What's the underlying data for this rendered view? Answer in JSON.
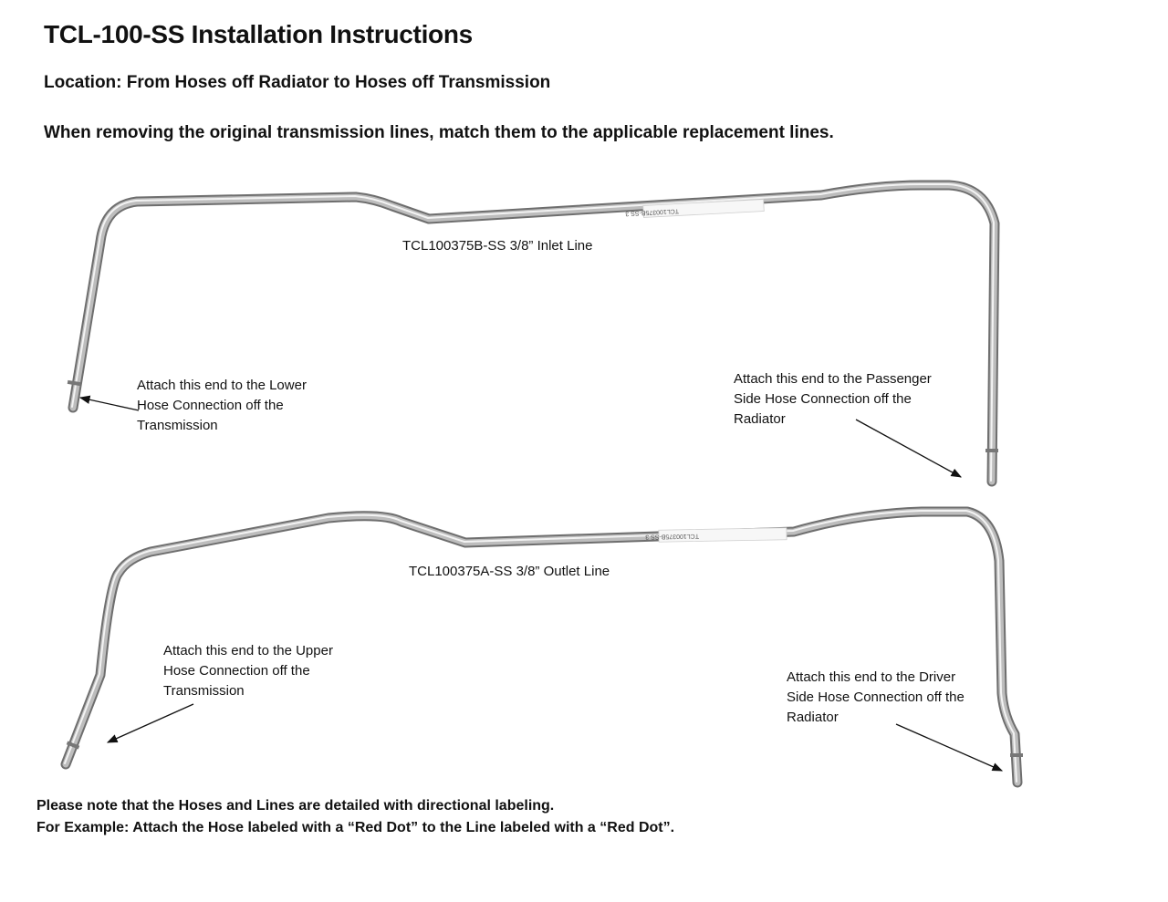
{
  "title": "TCL-100-SS Installation Instructions",
  "location": "Location: From Hoses off Radiator to Hoses off Transmission",
  "instruction": "When removing the original transmission lines, match them to the applicable replacement lines.",
  "inlet": {
    "label": "TCL100375B-SS 3/8” Inlet Line",
    "tag_text": "TCL100375B-SS 3",
    "left_note": [
      "Attach this end to the Lower",
      "Hose Connection off the",
      "Transmission"
    ],
    "right_note": [
      "Attach this end to the Passenger",
      "Side Hose Connection off the",
      "Radiator"
    ]
  },
  "outlet": {
    "label": "TCL100375A-SS 3/8” Outlet Line",
    "tag_text": "TCL100375B-SS 3",
    "left_note": [
      "Attach this end to the Upper",
      "Hose Connection off the",
      "Transmission"
    ],
    "right_note": [
      "Attach this end to the Driver",
      "Side Hose Connection off the",
      "Radiator"
    ]
  },
  "footer": [
    "Please note that the Hoses and Lines are detailed with directional labeling.",
    "For Example: Attach the Hose labeled with a “Red Dot” to the Line labeled with a “Red Dot”."
  ],
  "colors": {
    "tube_dark": "#6e6e6e",
    "tube_mid": "#b9b9b9",
    "tube_light": "#f2f2f2",
    "arrow": "#111111"
  }
}
